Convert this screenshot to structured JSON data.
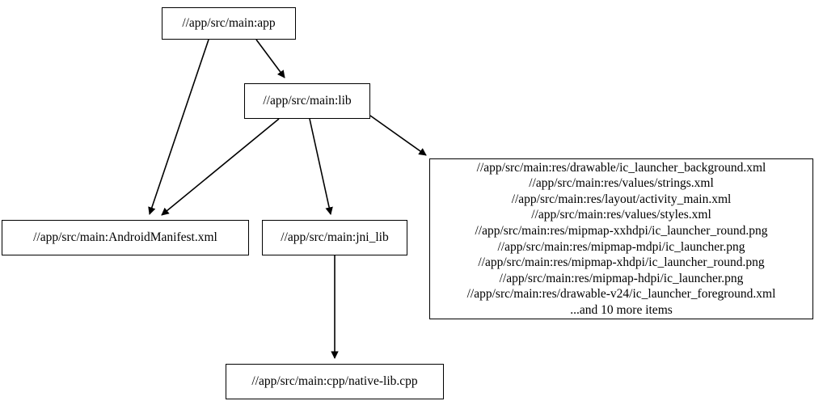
{
  "graph": {
    "type": "directed-dependency-graph",
    "background_color": "#ffffff",
    "node_border_color": "#000000",
    "edge_color": "#000000",
    "text_color": "#000000",
    "nodes": [
      {
        "id": "app",
        "label": "//app/src/main:app"
      },
      {
        "id": "lib",
        "label": "//app/src/main:lib"
      },
      {
        "id": "manifest",
        "label": "//app/src/main:AndroidManifest.xml"
      },
      {
        "id": "jnilib",
        "label": "//app/src/main:jni_lib"
      },
      {
        "id": "nativelib",
        "label": "//app/src/main:cpp/native-lib.cpp"
      },
      {
        "id": "resources",
        "lines": [
          "//app/src/main:res/drawable/ic_launcher_background.xml",
          "//app/src/main:res/values/strings.xml",
          "//app/src/main:res/layout/activity_main.xml",
          "//app/src/main:res/values/styles.xml",
          "//app/src/main:res/mipmap-xxhdpi/ic_launcher_round.png",
          "//app/src/main:res/mipmap-mdpi/ic_launcher.png",
          "//app/src/main:res/mipmap-xhdpi/ic_launcher_round.png",
          "//app/src/main:res/mipmap-hdpi/ic_launcher.png",
          "//app/src/main:res/drawable-v24/ic_launcher_foreground.xml",
          "...and 10 more items"
        ]
      }
    ],
    "edges": [
      {
        "id": "app-to-manifest",
        "from": "app",
        "to": "manifest"
      },
      {
        "id": "app-to-lib",
        "from": "app",
        "to": "lib"
      },
      {
        "id": "lib-to-manifest",
        "from": "lib",
        "to": "manifest"
      },
      {
        "id": "lib-to-jnilib",
        "from": "lib",
        "to": "jnilib"
      },
      {
        "id": "lib-to-resources",
        "from": "lib",
        "to": "resources"
      },
      {
        "id": "jnilib-to-nativelib",
        "from": "jnilib",
        "to": "nativelib"
      }
    ]
  }
}
